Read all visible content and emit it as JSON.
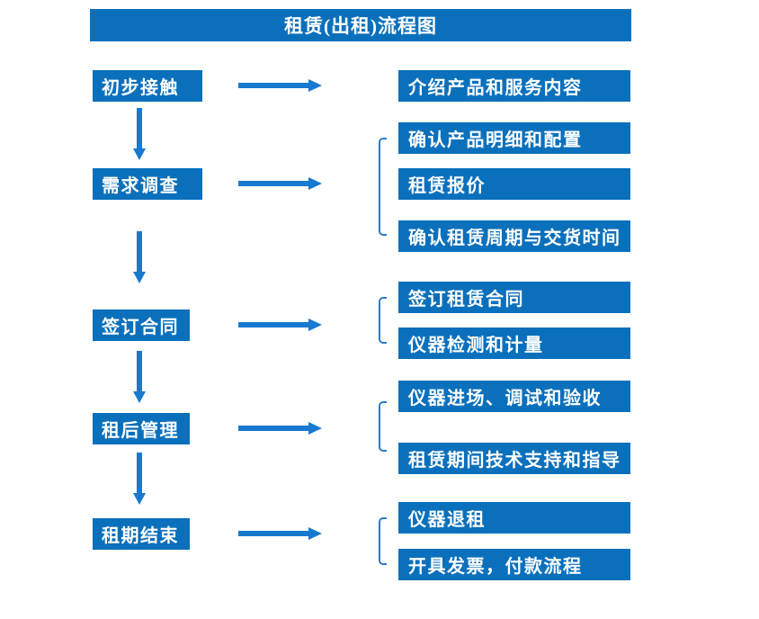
{
  "title": "租赁(出租)流程图",
  "colors": {
    "box_blue": "#0a70bc",
    "arrow_blue": "#1779cf",
    "bracket_blue": "#2e7bc6",
    "text_white": "#ffffff",
    "background": "#ffffff"
  },
  "icons": {
    "flow_arrow_right": "arrow-right",
    "flow_arrow_down": "arrow-down",
    "group_bracket": "left-square-bracket"
  },
  "steps": [
    {
      "label": "初步接触",
      "details": [
        "介绍产品和服务内容"
      ]
    },
    {
      "label": "需求调查",
      "details": [
        "确认产品明细和配置",
        "租赁报价",
        "确认租赁周期与交货时间"
      ]
    },
    {
      "label": "签订合同",
      "details": [
        "签订租赁合同",
        "仪器检测和计量"
      ]
    },
    {
      "label": "租后管理",
      "details": [
        "仪器进场、调试和验收",
        "租赁期间技术支持和指导"
      ]
    },
    {
      "label": "租期结束",
      "details": [
        "仪器退租",
        "开具发票，付款流程"
      ]
    }
  ]
}
